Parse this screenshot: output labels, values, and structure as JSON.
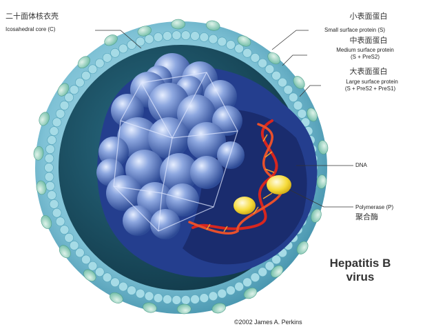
{
  "labels": {
    "core_zh": "二十面体核衣壳",
    "core_en": "Icosahedral core (C)",
    "small_zh": "小表面蛋白",
    "small_en": "Small surface protein (S)",
    "medium_zh": "中表面蛋白",
    "medium_en_1": "Medium surface protein",
    "medium_en_2": "(S + PreS2)",
    "large_zh": "大表面蛋白",
    "large_en_1": "Large surface protein",
    "large_en_2": "(S + PreS2 + PreS1)",
    "dna": "DNA",
    "polymerase_en": "Polymerase (P)",
    "polymerase_zh": "聚合酶"
  },
  "title": {
    "line1": "Hepatitis B",
    "line2": "virus"
  },
  "credit": "©2002 James A. Perkins",
  "colors": {
    "envelope": "#7fc2d6",
    "envelope_dark": "#3f8ea8",
    "surface_protein": "#bfe6cf",
    "capsid": "#3f5fa8",
    "capsid_light": "#9fb7e8",
    "dna": "#d7261f",
    "polymerase": "#f2d230",
    "interior": "#1a2c6e"
  }
}
